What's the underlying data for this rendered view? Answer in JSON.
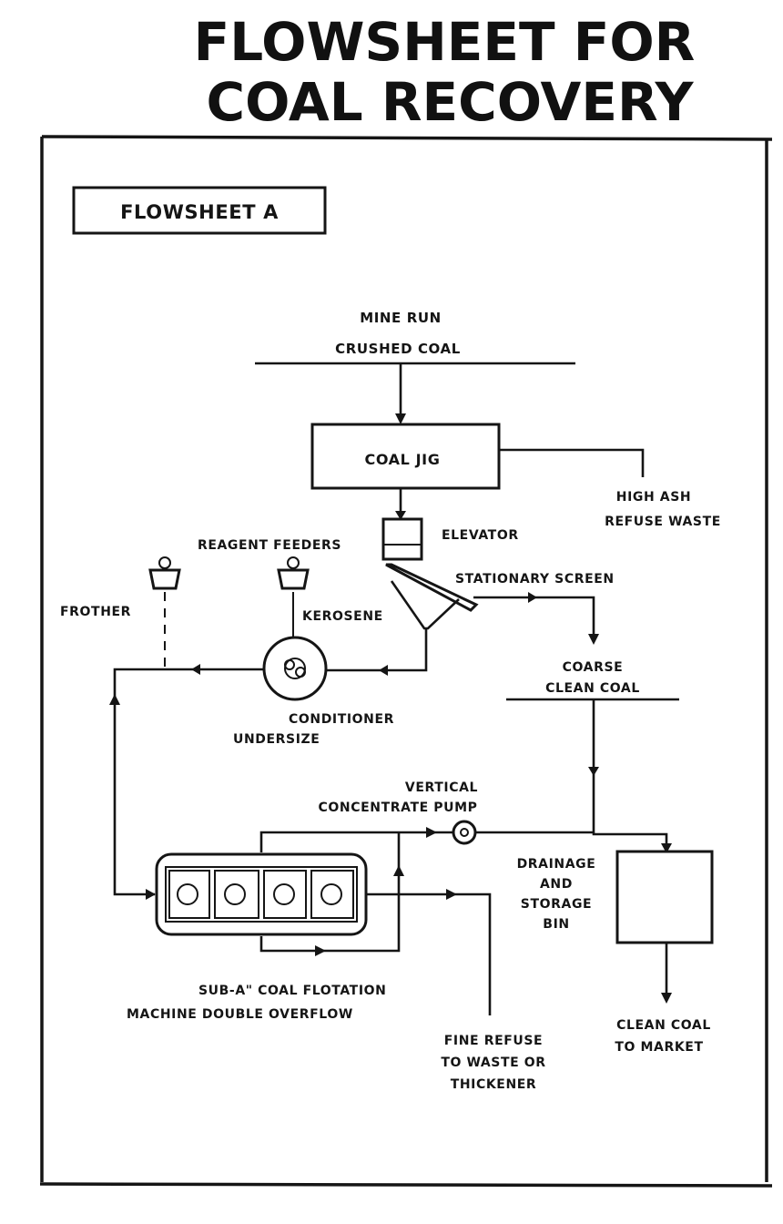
{
  "title": {
    "line1": "FLOWSHEET FOR",
    "line2": "COAL RECOVERY"
  },
  "subtitle_box": "FLOWSHEET  A",
  "labels": {
    "mine_run": "MINE RUN",
    "crushed_coal": "CRUSHED COAL",
    "coal_jig": "COAL JIG",
    "high_ash": "HIGH ASH",
    "refuse_waste": "REFUSE WASTE",
    "elevator": "ELEVATOR",
    "reagent_feeders": "REAGENT FEEDERS",
    "stationary_screen": "STATIONARY SCREEN",
    "frother": "FROTHER",
    "kerosene": "KEROSENE",
    "coarse": "COARSE",
    "clean_coal": "CLEAN COAL",
    "conditioner": "CONDITIONER",
    "undersize": "UNDERSIZE",
    "vertical": "VERTICAL",
    "concentrate_pump": "CONCENTRATE PUMP",
    "drainage": "DRAINAGE",
    "and": "AND",
    "storage": "STORAGE",
    "bin": "BIN",
    "sub_a": "SUB-A\"  COAL FLOTATION",
    "machine": "MACHINE DOUBLE OVERFLOW",
    "fine_refuse": "FINE REFUSE",
    "to_waste_or": "TO WASTE OR",
    "thickener": "THICKENER",
    "clean_coal_2": "CLEAN COAL",
    "to_market": "TO MARKET"
  },
  "icons": [
    "funnel-feeder-icon",
    "conditioner-agitator-icon",
    "pump-icon",
    "flotation-cell-icon"
  ]
}
